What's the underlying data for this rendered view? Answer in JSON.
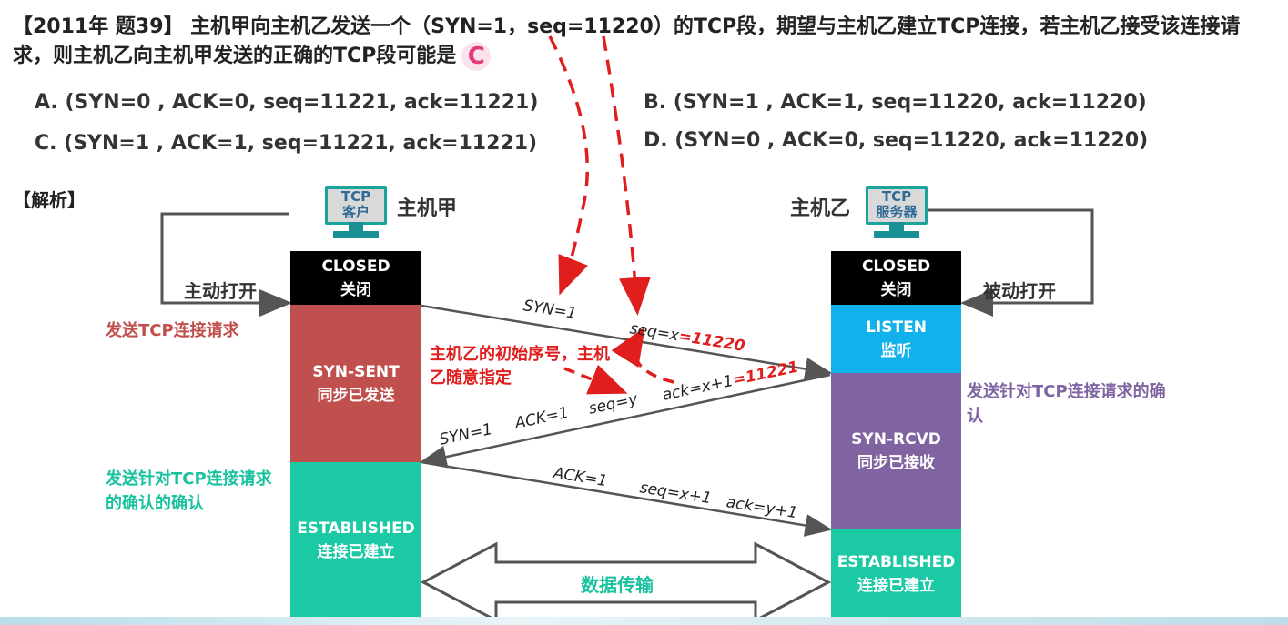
{
  "question": {
    "text": "【2011年 题39】 主机甲向主机乙发送一个（SYN=1，seq=11220）的TCP段，期望与主机乙建立TCP连接，若主机乙接受该连接请求，则主机乙向主机甲发送的正确的TCP段可能是",
    "answer": "C"
  },
  "options": [
    {
      "key": "A",
      "text": "A. (SYN=0 , ACK=0, seq=11221, ack=11221)"
    },
    {
      "key": "B",
      "text": "B. (SYN=1 , ACK=1, seq=11220, ack=11220)"
    },
    {
      "key": "C",
      "text": "C. (SYN=1 , ACK=1, seq=11221, ack=11221)"
    },
    {
      "key": "D",
      "text": "D. (SYN=0 , ACK=0, seq=11220, ack=11220)"
    }
  ],
  "analysis_label": "【解析】",
  "client": {
    "host_label": "主机甲",
    "monitor_line1": "TCP",
    "monitor_line2": "客户",
    "open_label": "主动打开",
    "send_request": "发送TCP连接请求",
    "send_ack_ack": "发送针对TCP连接请求的确认的确认",
    "states": [
      {
        "en": "CLOSED",
        "zh": "关闭",
        "color": "#000000"
      },
      {
        "en": "SYN-SENT",
        "zh": "同步已发送",
        "color": "#c0504d"
      },
      {
        "en": "ESTABLISHED",
        "zh": "连接已建立",
        "color": "#1bc9a4"
      }
    ]
  },
  "server": {
    "host_label": "主机乙",
    "monitor_line1": "TCP",
    "monitor_line2": "服务器",
    "open_label": "被动打开",
    "send_ack": "发送针对TCP连接请求的确认",
    "states": [
      {
        "en": "CLOSED",
        "zh": "关闭",
        "color": "#000000"
      },
      {
        "en": "LISTEN",
        "zh": "监听",
        "color": "#11b1ec"
      },
      {
        "en": "SYN-RCVD",
        "zh": "同步已接收",
        "color": "#8064a2"
      },
      {
        "en": "ESTABLISHED",
        "zh": "连接已建立",
        "color": "#1bc9a4"
      }
    ]
  },
  "messages": {
    "m1_syn": "SYN=1",
    "m1_seq": "seq=x",
    "m1_seq_val": "=11220",
    "m2_syn": "SYN=1",
    "m2_ack": "ACK=1",
    "m2_seq": "seq=y",
    "m2_ack_num": "ack=x+1",
    "m2_ack_val": "=11221",
    "m3_ack": "ACK=1",
    "m3_seq": "seq=x+1",
    "m3_ack_num": "ack=y+1"
  },
  "note_isn": "主机乙的初始序号，主机乙随意指定",
  "data_transfer": "数据传输",
  "colors": {
    "red_annot": "#e01e1e",
    "purple_text": "#8064a2",
    "teal_text": "#19c29e",
    "client_red_text": "#c0504d",
    "arrow_gray": "#555555"
  }
}
